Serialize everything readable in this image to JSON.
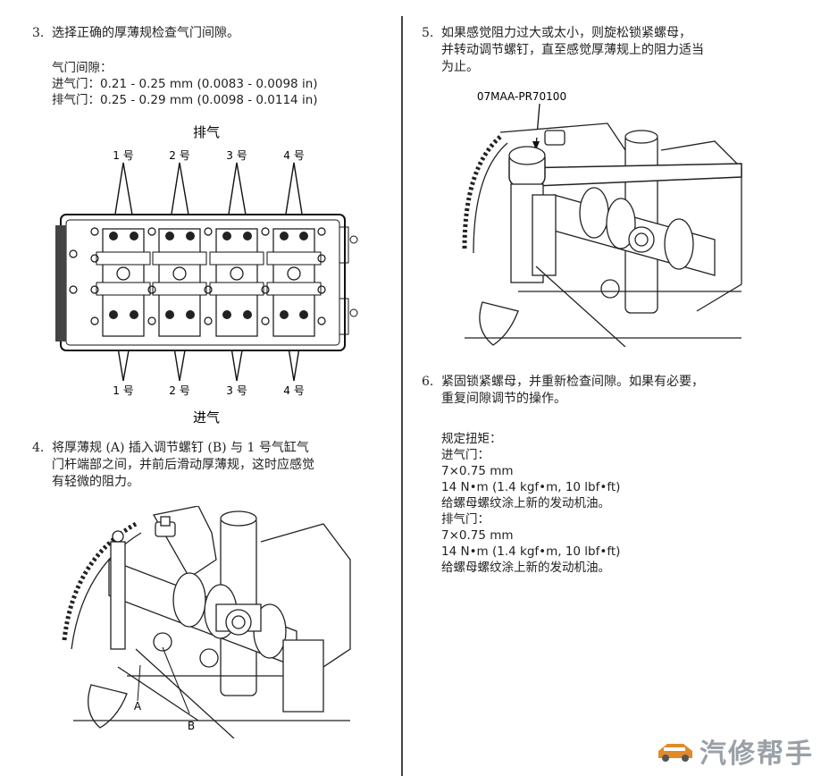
{
  "left": {
    "step3": {
      "num": "3.",
      "text": "选择正确的厚薄规检查气门间隙。",
      "spec_title": "气门间隙：",
      "intake": "进气门：0.21  -  0.25 mm (0.0083  -  0.0098 in)",
      "exhaust": "排气门：0.25  -  0.29 mm (0.0098  -  0.0114 in)"
    },
    "diagram1": {
      "top_label": "排气",
      "bottom_label": "进气",
      "cyl_labels_top": [
        "1 号",
        "2 号",
        "3 号",
        "4 号"
      ],
      "cyl_labels_bottom": [
        "1 号",
        "2 号",
        "3 号",
        "4 号"
      ]
    },
    "step4": {
      "num": "4.",
      "lines": [
        "将厚薄规 (A) 插入调节螺钉 (B) 与 1 号气缸气",
        "门杆端部之间，并前后滑动厚薄规，这时应感觉",
        "有轻微的阻力。"
      ]
    },
    "diagram2": {
      "label_a": "A",
      "label_b": "B"
    }
  },
  "right": {
    "step5": {
      "num": "5.",
      "lines": [
        "如果感觉阻力过大或太小，则旋松锁紧螺母，",
        "并转动调节螺钉，直至感觉厚薄规上的阻力适当",
        "为止。"
      ]
    },
    "diagram3": {
      "tool_label": "07MAA-PR70100"
    },
    "step6": {
      "num": "6.",
      "lines": [
        "紧固锁紧螺母，并重新检查间隙。如果有必要，",
        "重复间隙调节的操作。"
      ]
    },
    "torque": {
      "title": "规定扭矩：",
      "intake_label": "进气门：",
      "intake_size": "7×0.75 mm",
      "intake_value": "14 N•m (1.4 kgf•m, 10 lbf•ft)",
      "intake_note": "给螺母螺纹涂上新的发动机油。",
      "exhaust_label": "排气门：",
      "exhaust_size": "7×0.75 mm",
      "exhaust_value": "14 N•m (1.4 kgf•m, 10 lbf•ft)",
      "exhaust_note": "给螺母螺纹涂上新的发动机油。"
    }
  },
  "watermark": {
    "text": "汽修帮手"
  }
}
